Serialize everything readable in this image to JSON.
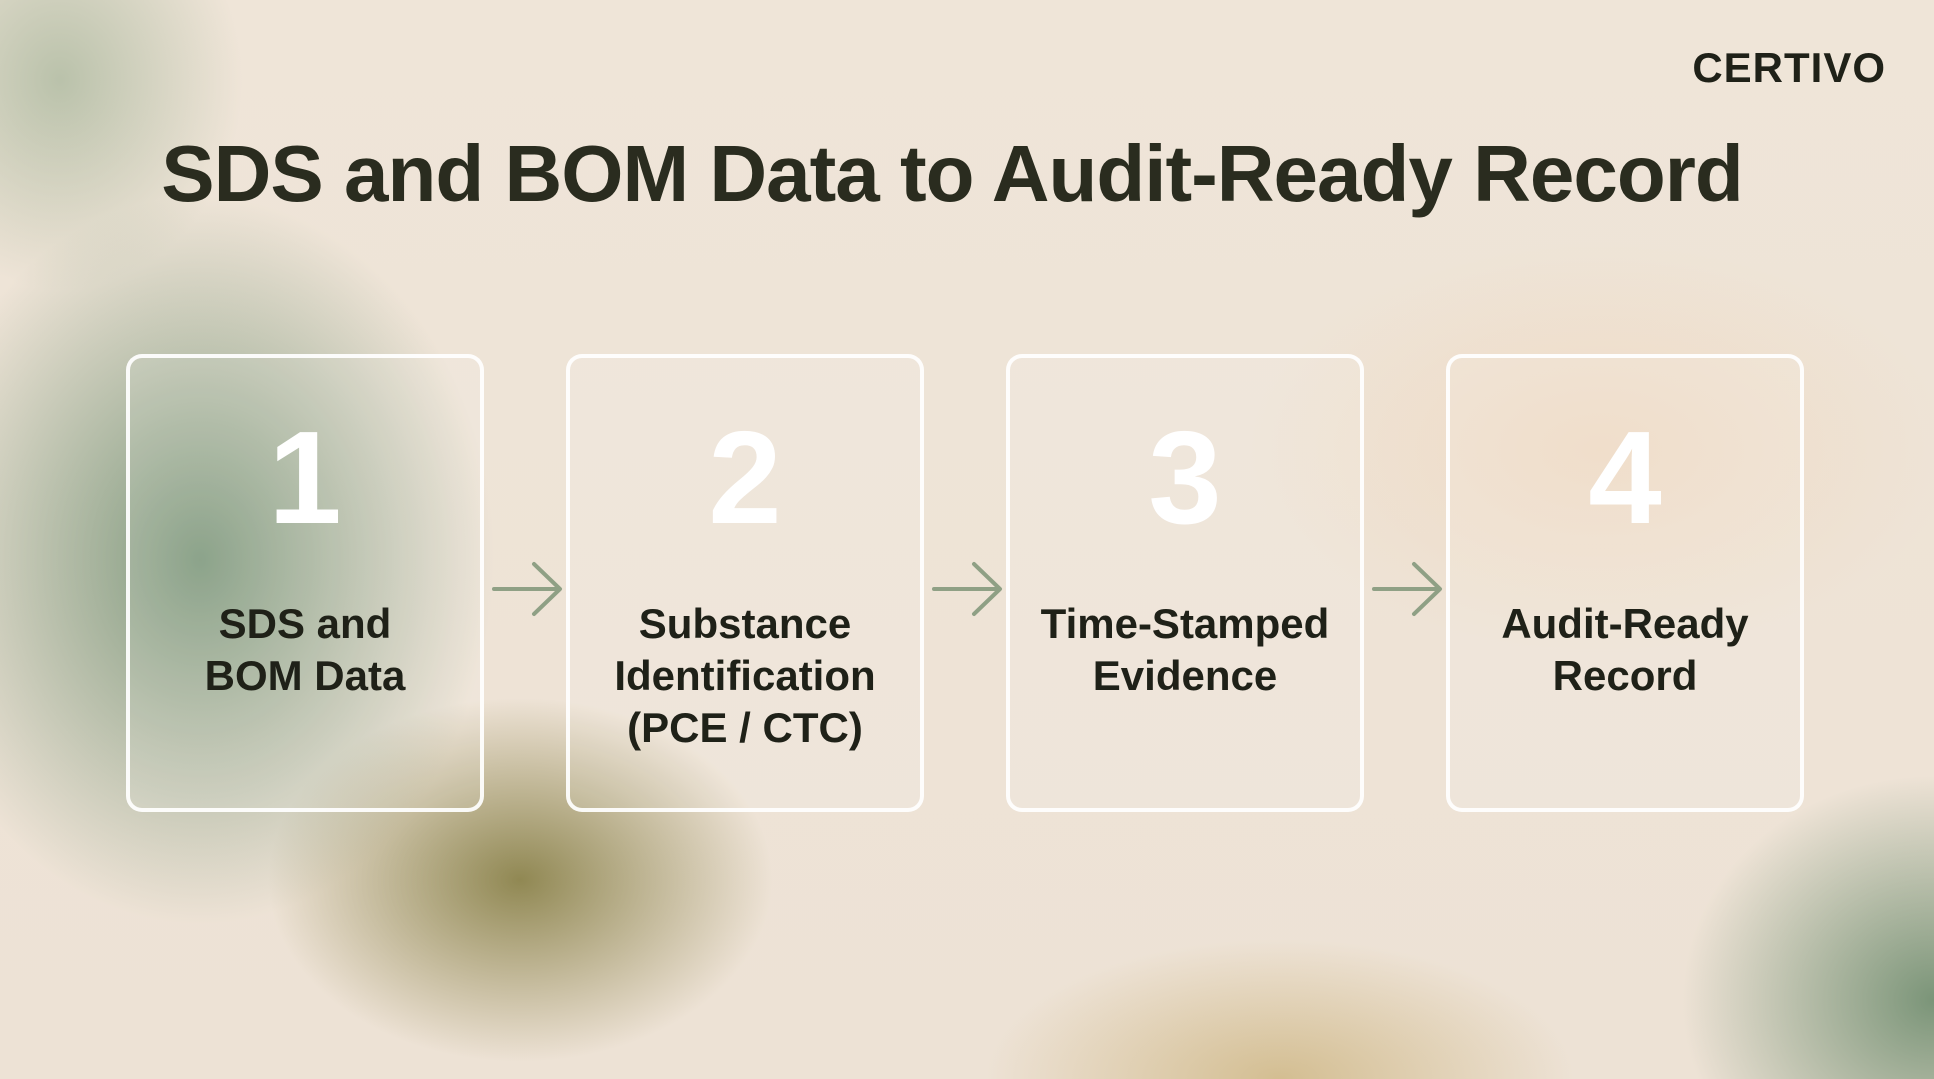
{
  "brand": {
    "logo_text": "CERTIVO"
  },
  "title": "SDS and BOM Data to Audit-Ready Record",
  "steps": [
    {
      "number": "1",
      "label": "SDS and\nBOM Data"
    },
    {
      "number": "2",
      "label": "Substance\nIdentification\n(PCE / CTC)"
    },
    {
      "number": "3",
      "label": "Time-Stamped\nEvidence"
    },
    {
      "number": "4",
      "label": "Audit-Ready\nRecord"
    }
  ],
  "colors": {
    "text_dark": "#1f2118",
    "card_border": "#ffffff",
    "arrow": "#8fa085"
  },
  "icons": {
    "connector": "arrow-right-icon"
  }
}
